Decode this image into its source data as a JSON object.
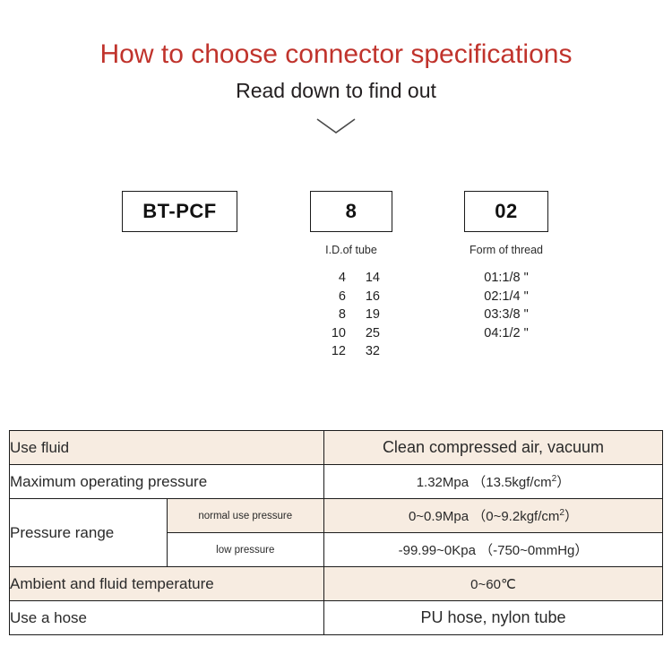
{
  "header": {
    "title": "How to choose connector specifications",
    "subtitle": "Read down to find out",
    "title_color": "#c0332c",
    "chevron_icon": "chevron-down-icon"
  },
  "code_breakdown": {
    "boxes": [
      {
        "value": "BT-PCF",
        "caption": ""
      },
      {
        "value": "8",
        "caption": "I.D.of tube"
      },
      {
        "value": "02",
        "caption": "Form of thread"
      }
    ],
    "tube_id_legend": [
      {
        "col1": "4",
        "col2": "14"
      },
      {
        "col1": "6",
        "col2": "16"
      },
      {
        "col1": "8",
        "col2": "19"
      },
      {
        "col1": "10",
        "col2": "25"
      },
      {
        "col1": "12",
        "col2": "32"
      }
    ],
    "thread_legend": [
      "01:1/8 \"",
      "02:1/4 \"",
      "03:3/8 \"",
      "04:1/2 \""
    ]
  },
  "spec_table": {
    "shade_color": "#f7ece1",
    "rows": [
      {
        "label": "Use fluid",
        "sublabel": null,
        "value_html": "Clean compressed air, vacuum",
        "value_size": "big",
        "shaded": true
      },
      {
        "label": "Maximum operating pressure",
        "sublabel": null,
        "value_html": "1.32Mpa （13.5kgf/cm<sup>2</sup>）",
        "value_size": "small",
        "shaded": false
      },
      {
        "label": "Pressure range",
        "sublabel": "normal use pressure",
        "value_html": "0~0.9Mpa （0~9.2kgf/cm<sup>2</sup>）",
        "value_size": "small",
        "shaded": true
      },
      {
        "label": "",
        "sublabel": "low pressure",
        "value_html": "-99.99~0Kpa （-750~0mmHg）",
        "value_size": "small",
        "shaded": false
      },
      {
        "label": "Ambient and fluid temperature",
        "sublabel": null,
        "value_html": "0~60℃",
        "value_size": "small",
        "shaded": true
      },
      {
        "label": "Use a hose",
        "sublabel": null,
        "value_html": "PU hose, nylon tube",
        "value_size": "big",
        "shaded": false
      }
    ]
  }
}
